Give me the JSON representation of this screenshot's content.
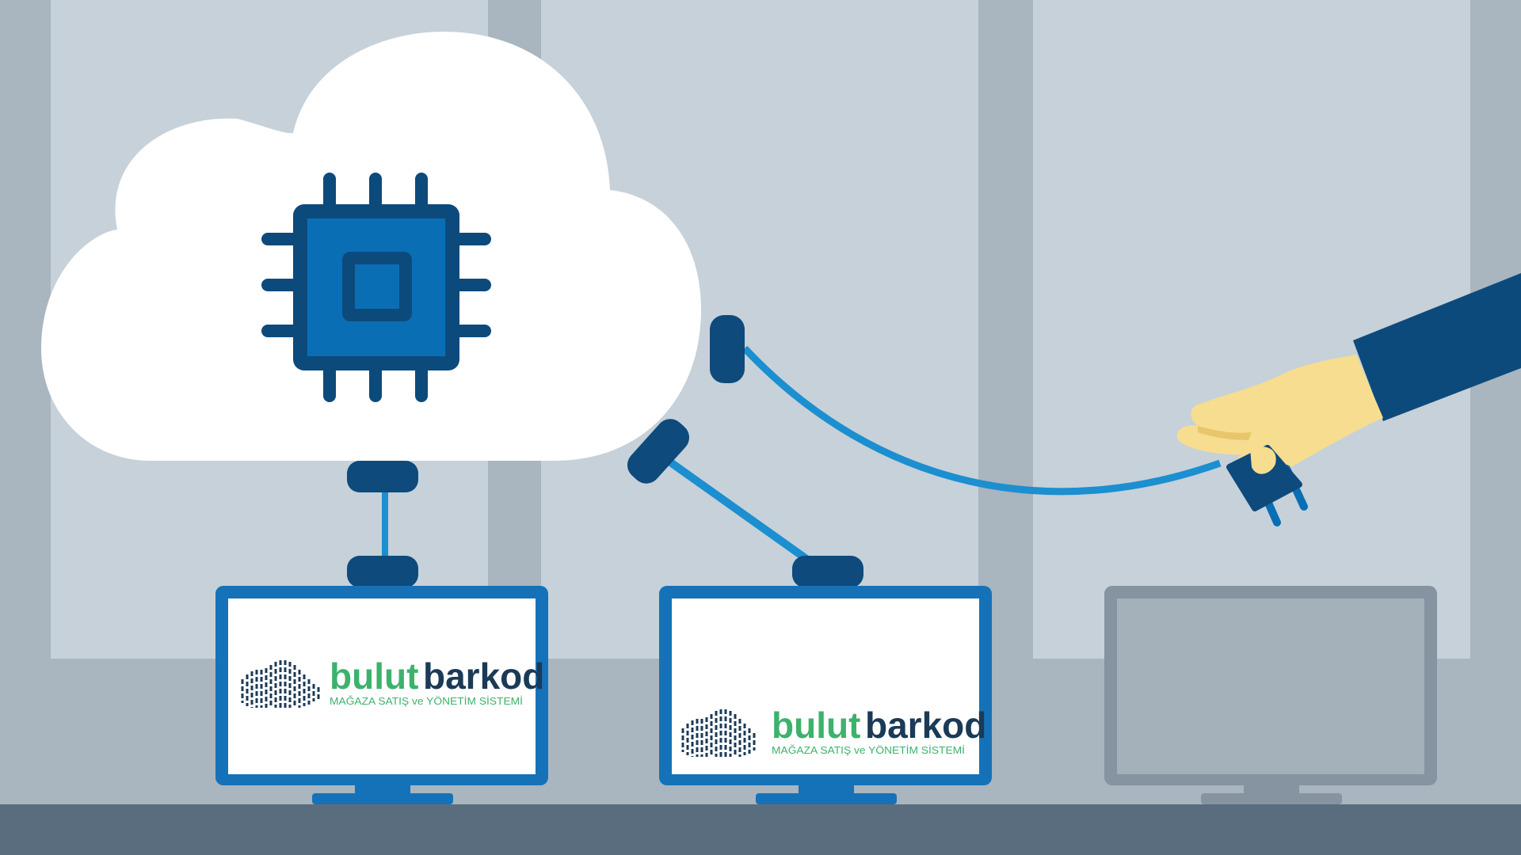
{
  "scene": {
    "colors": {
      "background": "#a9b5bf",
      "window_pane": "#c6d1d9",
      "window_frame": "#a6b3bd",
      "floor": "#5a6d7e",
      "cloud": "#ffffff",
      "chip_dark": "#0d4a7c",
      "chip_blue": "#0a6eb5",
      "cable": "#1b8fd0",
      "connector": "#0e4a7b",
      "monitor_active_frame": "#1572b8",
      "monitor_inactive_frame": "#8693a0",
      "monitor_inactive_screen": "#a4b0ba",
      "sleeve": "#0d4a7c",
      "skin": "#f7dd8f",
      "skin_shadow": "#e8c66b",
      "brand_green": "#3db26d",
      "brand_dark": "#1b3a57"
    },
    "icons": [
      "cloud-icon",
      "cpu-chip-icon",
      "power-plug-icon",
      "hand-icon",
      "barcode-cloud-logo-icon"
    ]
  },
  "monitors": [
    {
      "state": "connected",
      "logo": {
        "word_green": "bulut",
        "word_dark": "barkod",
        "tagline": "MAĞAZA SATIŞ ve YÖNETİM SİSTEMİ"
      }
    },
    {
      "state": "connected",
      "logo": {
        "word_green": "bulut",
        "word_dark": "barkod",
        "tagline": "MAĞAZA SATIŞ ve YÖNETİM SİSTEMİ"
      }
    },
    {
      "state": "disconnected",
      "logo": null
    }
  ]
}
